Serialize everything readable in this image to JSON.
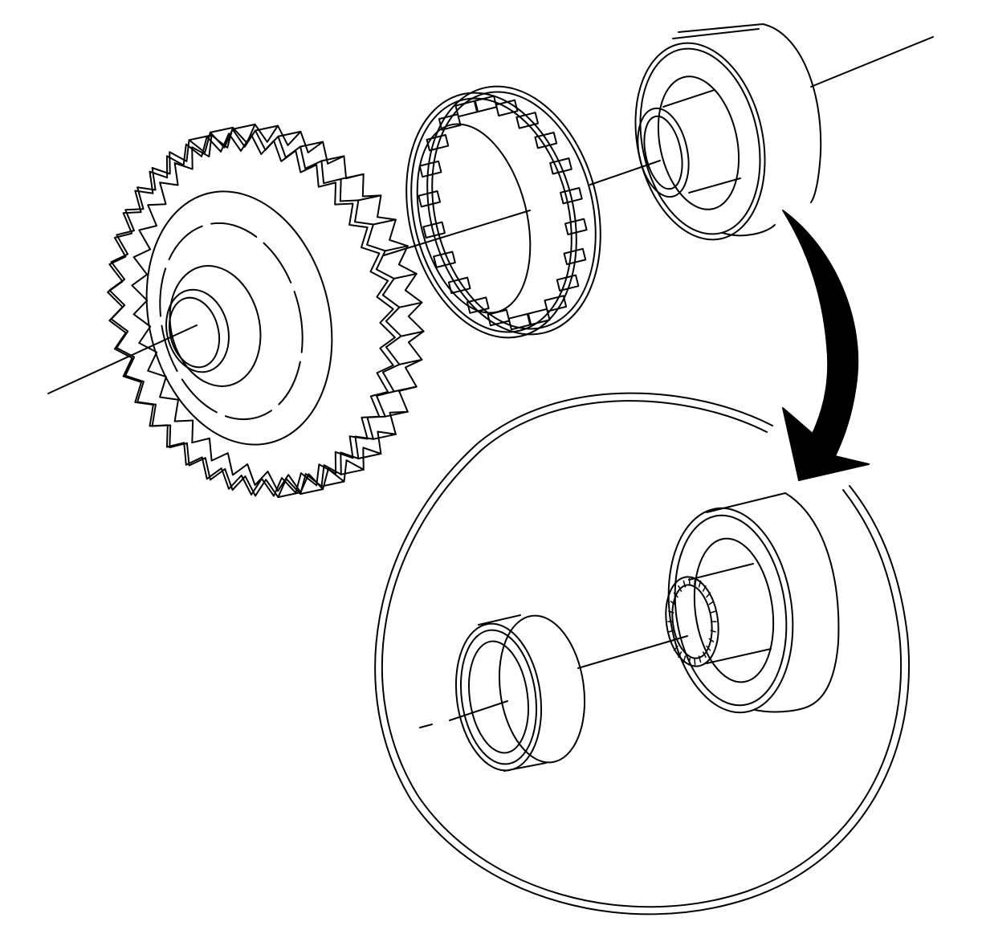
{
  "diagram": {
    "labels": [],
    "colors": {
      "background": "#ffffff",
      "line": "#000000",
      "arrow": "#000000"
    },
    "components": [
      {
        "name": "helical-gear",
        "icon": "gear-icon"
      },
      {
        "name": "needle-roller-bearing",
        "icon": "bearing-cage-icon"
      },
      {
        "name": "shaft-with-housing",
        "icon": "shaft-icon"
      },
      {
        "name": "detail-bearing-race",
        "icon": "bearing-race-icon"
      },
      {
        "name": "detail-shaft-housing",
        "icon": "shaft-icon"
      },
      {
        "name": "detail-callout-arrow",
        "icon": "curved-arrow-icon"
      }
    ]
  }
}
